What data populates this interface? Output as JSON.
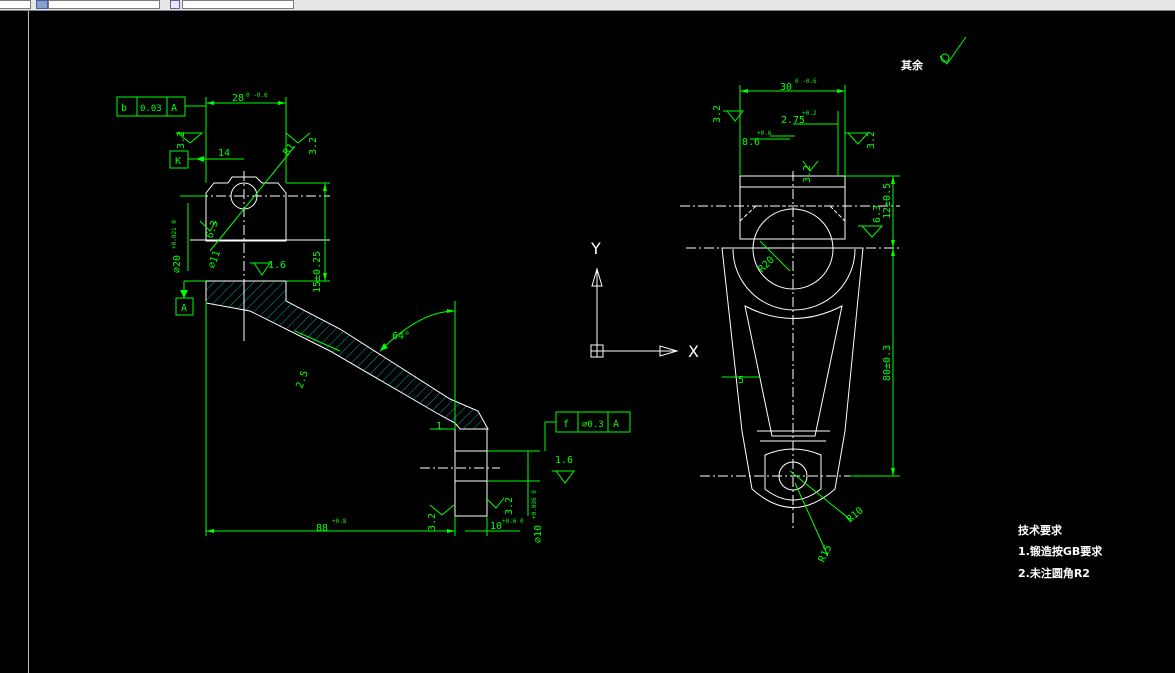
{
  "colors": {
    "background": "#000000",
    "dimension": "#00ff00",
    "geometry": "#ffffff",
    "hatch": "#00a0a0",
    "ui_gray": "#e6e6e6"
  },
  "roughness": {
    "label": "其余"
  },
  "tech_requirements": {
    "title": "技术要求",
    "items": [
      "1.锻造按GB要求",
      "2.未注圆角R2"
    ]
  },
  "ucs": {
    "x_label": "X",
    "y_label": "Y"
  },
  "left_view": {
    "fcf_top": {
      "symbol": "b",
      "value": "0.03",
      "datum": "A"
    },
    "datum_k": "K",
    "datum_a": "A",
    "dim_top": "28",
    "dim_top_tol": "0 -0.6",
    "dim_14": "14",
    "dim_bore": "⌀20",
    "dim_bore_tol": "+0.021 0",
    "dim_15": "15±0.25",
    "dim_88": "88",
    "dim_88_tol": "+0.8",
    "dim_10": "10",
    "dim_10_tol": "+0.6 0",
    "dim_d10": "⌀10",
    "dim_d10_tol": "+0.036 0",
    "angle": "64°",
    "dim_1": "1",
    "rough_32a": "3.2",
    "rough_32b": "3.2",
    "rough_32c": "3.2",
    "rough_32d": "3.2",
    "rough_16a": "1.6",
    "rough_16b": "1.6",
    "rough_8": "6.3",
    "fcf_bottom": {
      "symbol": "f",
      "value": "⌀0.3",
      "datum": "A"
    },
    "r_label": "R1",
    "phi_small": "⌀11",
    "rib_dim": "2.5"
  },
  "right_view": {
    "dim_top": "30",
    "dim_top_tol": "0 -0.6",
    "dim_275": "2.75",
    "dim_275_tol": "+0.2",
    "dim_86": "8.6",
    "dim_86_tol": "+0.6",
    "rough_32a": "3.2",
    "rough_32b": "3.2",
    "rough_32c": "3.2",
    "rough_63": "6.3",
    "dim_12": "12±0.5",
    "dim_80": "80±0.3",
    "r_big": "R20",
    "dim_5": "5",
    "r10": "R10",
    "r15": "R15"
  }
}
